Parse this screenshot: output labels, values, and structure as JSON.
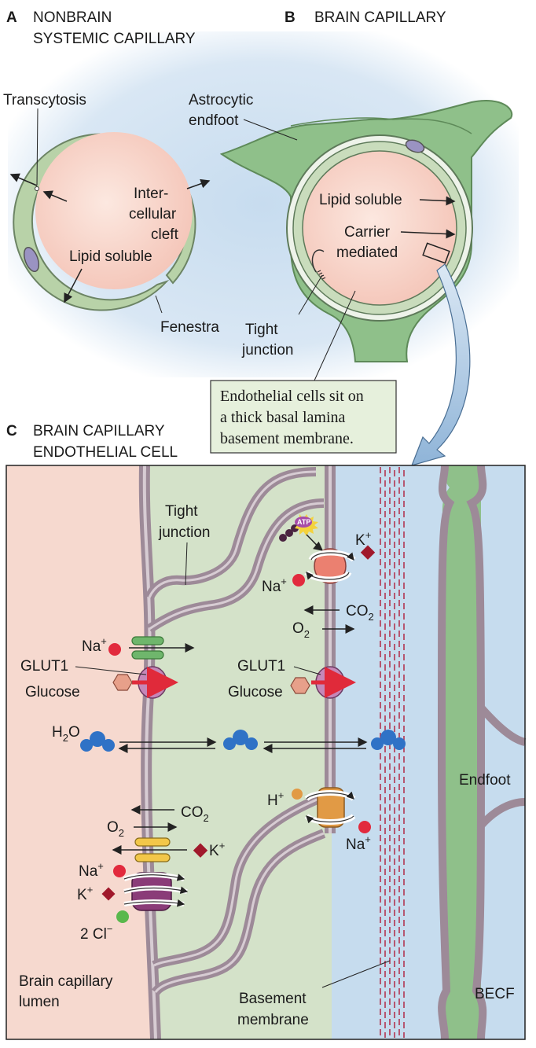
{
  "panel_a": {
    "letter": "A",
    "title_line1": "NONBRAIN",
    "title_line2": "SYSTEMIC CAPILLARY",
    "transcytosis": "Transcytosis",
    "intercellular_1": "Inter-",
    "intercellular_2": "cellular",
    "intercellular_3": "cleft",
    "lipid_soluble": "Lipid soluble",
    "fenestra": "Fenestra"
  },
  "panel_b": {
    "letter": "B",
    "title": "BRAIN CAPILLARY",
    "astrocytic_1": "Astrocytic",
    "astrocytic_2": "endfoot",
    "lipid_soluble": "Lipid soluble",
    "carrier_1": "Carrier",
    "carrier_2": "mediated",
    "tight_1": "Tight",
    "tight_2": "junction",
    "callout_1": "Endothelial cells sit on",
    "callout_2": "a thick basal lamina",
    "callout_3": "basement membrane."
  },
  "panel_c": {
    "letter": "C",
    "title_line1": "BRAIN CAPILLARY",
    "title_line2": "ENDOTHELIAL CELL",
    "tight_1": "Tight",
    "tight_2": "junction",
    "atp": "ATP",
    "k": "K",
    "na": "Na",
    "plus": "+",
    "co2": "CO",
    "o2": "O",
    "two": "2",
    "glut1": "GLUT1",
    "glucose": "Glucose",
    "h2o_h": "H",
    "h2o_o": "O",
    "h": "H",
    "endfoot": "Endfoot",
    "two_cl": "2 Cl",
    "minus": "−",
    "lumen_1": "Brain capillary",
    "lumen_2": "lumen",
    "basement_1": "Basement",
    "basement_2": "membrane",
    "becf": "BECF"
  },
  "colors": {
    "lumen_pink": "#f6d9cf",
    "cell_green": "#d4e2c9",
    "ecf_blue": "#c6dcee",
    "membrane_purple": "#9d8a98",
    "endfoot_green": "#8fc08a",
    "na_red": "#e22a3d",
    "k_crimson": "#a0182b"
  }
}
